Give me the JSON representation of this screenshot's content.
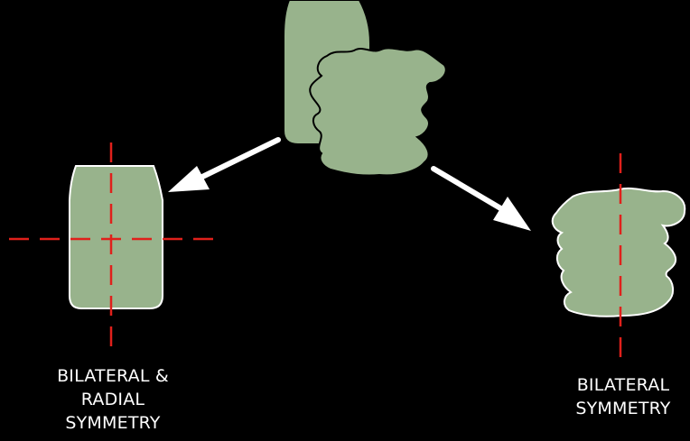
{
  "colors": {
    "background": "#000000",
    "shape_fill": "#98b38c",
    "shape_outline": "#ffffff",
    "axis_line": "#e0201b",
    "arrow": "#ffffff",
    "text": "#ffffff"
  },
  "labels": {
    "left": [
      "BILATERAL &",
      "RADIAL",
      "SYMMETRY"
    ],
    "right": [
      "BILATERAL",
      "SYMMETRY"
    ]
  }
}
